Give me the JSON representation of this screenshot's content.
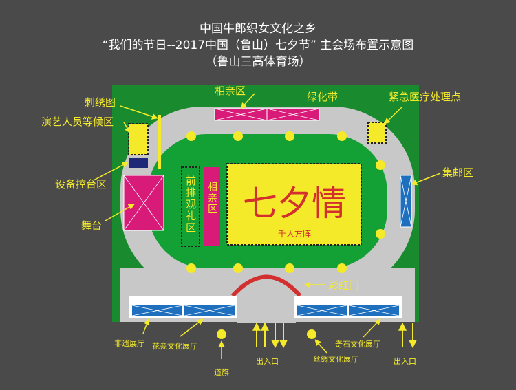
{
  "title": {
    "line1": "中国牛郎织女文化之乡",
    "line2": "“我们的节日--2017中国（鲁山）七夕节” 主会场布置示意图",
    "line3": "（鲁山三高体育场）"
  },
  "labels": {
    "xiangqin_top": "相亲区",
    "lvhuadai": "绿化带",
    "jijiu": "紧急医疗处理点",
    "cixiu": "刺绣图",
    "yanyi": "演艺人员等候区",
    "shebei": "设备控台区",
    "wutai": "舞台",
    "jiyou": "集邮区",
    "qianpai": "前排观礼区",
    "xiangqin_center": "相亲区",
    "qixiqing": "七夕情",
    "qianren": "千人方阵",
    "caihongmen": "彩虹门",
    "feiyi": "非遗展厅",
    "huaci": "花瓷文化展厅",
    "daoqi": "道旗",
    "churukou_left": "出入口",
    "sichou": "丝绸文化展厅",
    "qishi": "奇石文化展厅",
    "churukou_right": "出入口"
  },
  "colors": {
    "background": "#4a4a4a",
    "grass": "#1a8a2e",
    "track": "#c8c8c8",
    "field": "#13a035",
    "highlight": "#f4ea2a",
    "magenta": "#d81b78",
    "navy": "#1e2a78",
    "blue": "#1f6fbf",
    "red": "#d32f2f",
    "arrow": "#f4ea2a"
  }
}
